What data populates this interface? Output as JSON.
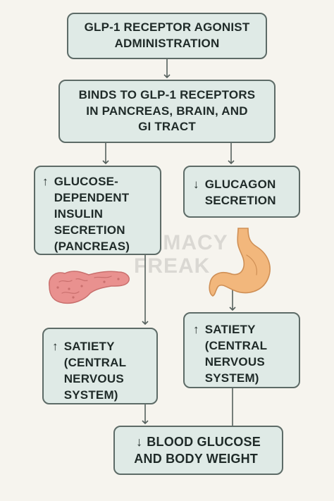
{
  "nodes": {
    "administration": {
      "lines": [
        "GLP-1 RECEPTOR AGONIST",
        "ADMINISTRATION"
      ]
    },
    "binds": {
      "lines": [
        "BINDS TO GLP-1 RECEPTORS",
        "IN PANCREAS, BRAIN, AND",
        "GI TRACT"
      ]
    },
    "insulin": {
      "arrow": "↑",
      "lines": [
        "GLUCOSE-",
        "DEPENDENT",
        "INSULIN",
        "SECRETION",
        "(PANCREAS)"
      ]
    },
    "glucagon": {
      "arrow": "↓",
      "lines": [
        "GLUCAGON",
        "SECRETION"
      ]
    },
    "satiety_left": {
      "arrow": "↑",
      "lines": [
        "SATIETY",
        "(CENTRAL",
        "NERVOUS",
        "SYSTEM)"
      ]
    },
    "satiety_right": {
      "arrow": "↑",
      "lines": [
        "SATIETY",
        "(CENTRAL",
        "NERVOUS",
        "SYSTEM)"
      ]
    },
    "outcome": {
      "arrow": "↓",
      "lines": [
        "BLOOD GLUCOSE",
        "AND BODY WEIGHT"
      ]
    }
  },
  "watermark": {
    "lines": [
      "ARMACY",
      "FREAK"
    ]
  },
  "illustrations": {
    "pancreas": "pancreas-icon",
    "stomach": "stomach-icon"
  },
  "colors": {
    "box_fill": "#dfeae6",
    "box_border": "#5d6b67",
    "text": "#1f2a28",
    "connector": "#55605d",
    "pancreas": "#e9918f",
    "stomach": "#f2b77c"
  }
}
